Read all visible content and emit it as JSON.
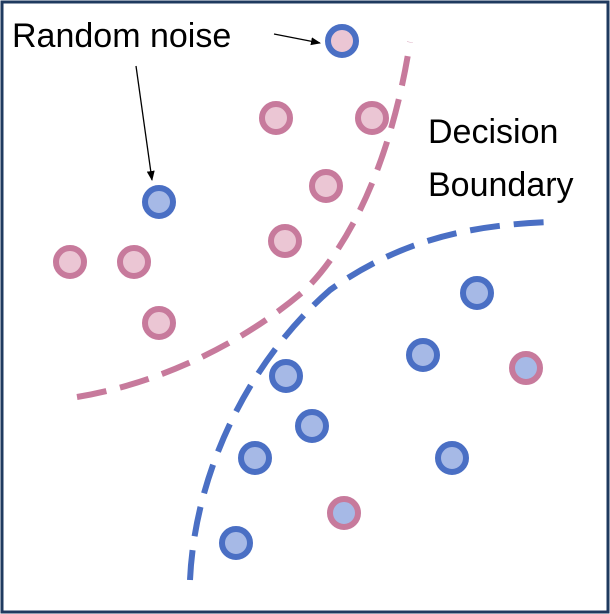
{
  "labels": {
    "noise": "Random noise",
    "boundary_line1": "Decision",
    "boundary_line2": "Boundary"
  },
  "colors": {
    "frame": "#1f3a5f",
    "pink_ring": "#c77a9c",
    "pink_fill": "#ebc6d4",
    "blue_ring": "#4a6fc4",
    "blue_fill": "#a6b9e6",
    "pink_boundary": "#c77a9c",
    "blue_boundary": "#4a6fc4"
  }
}
